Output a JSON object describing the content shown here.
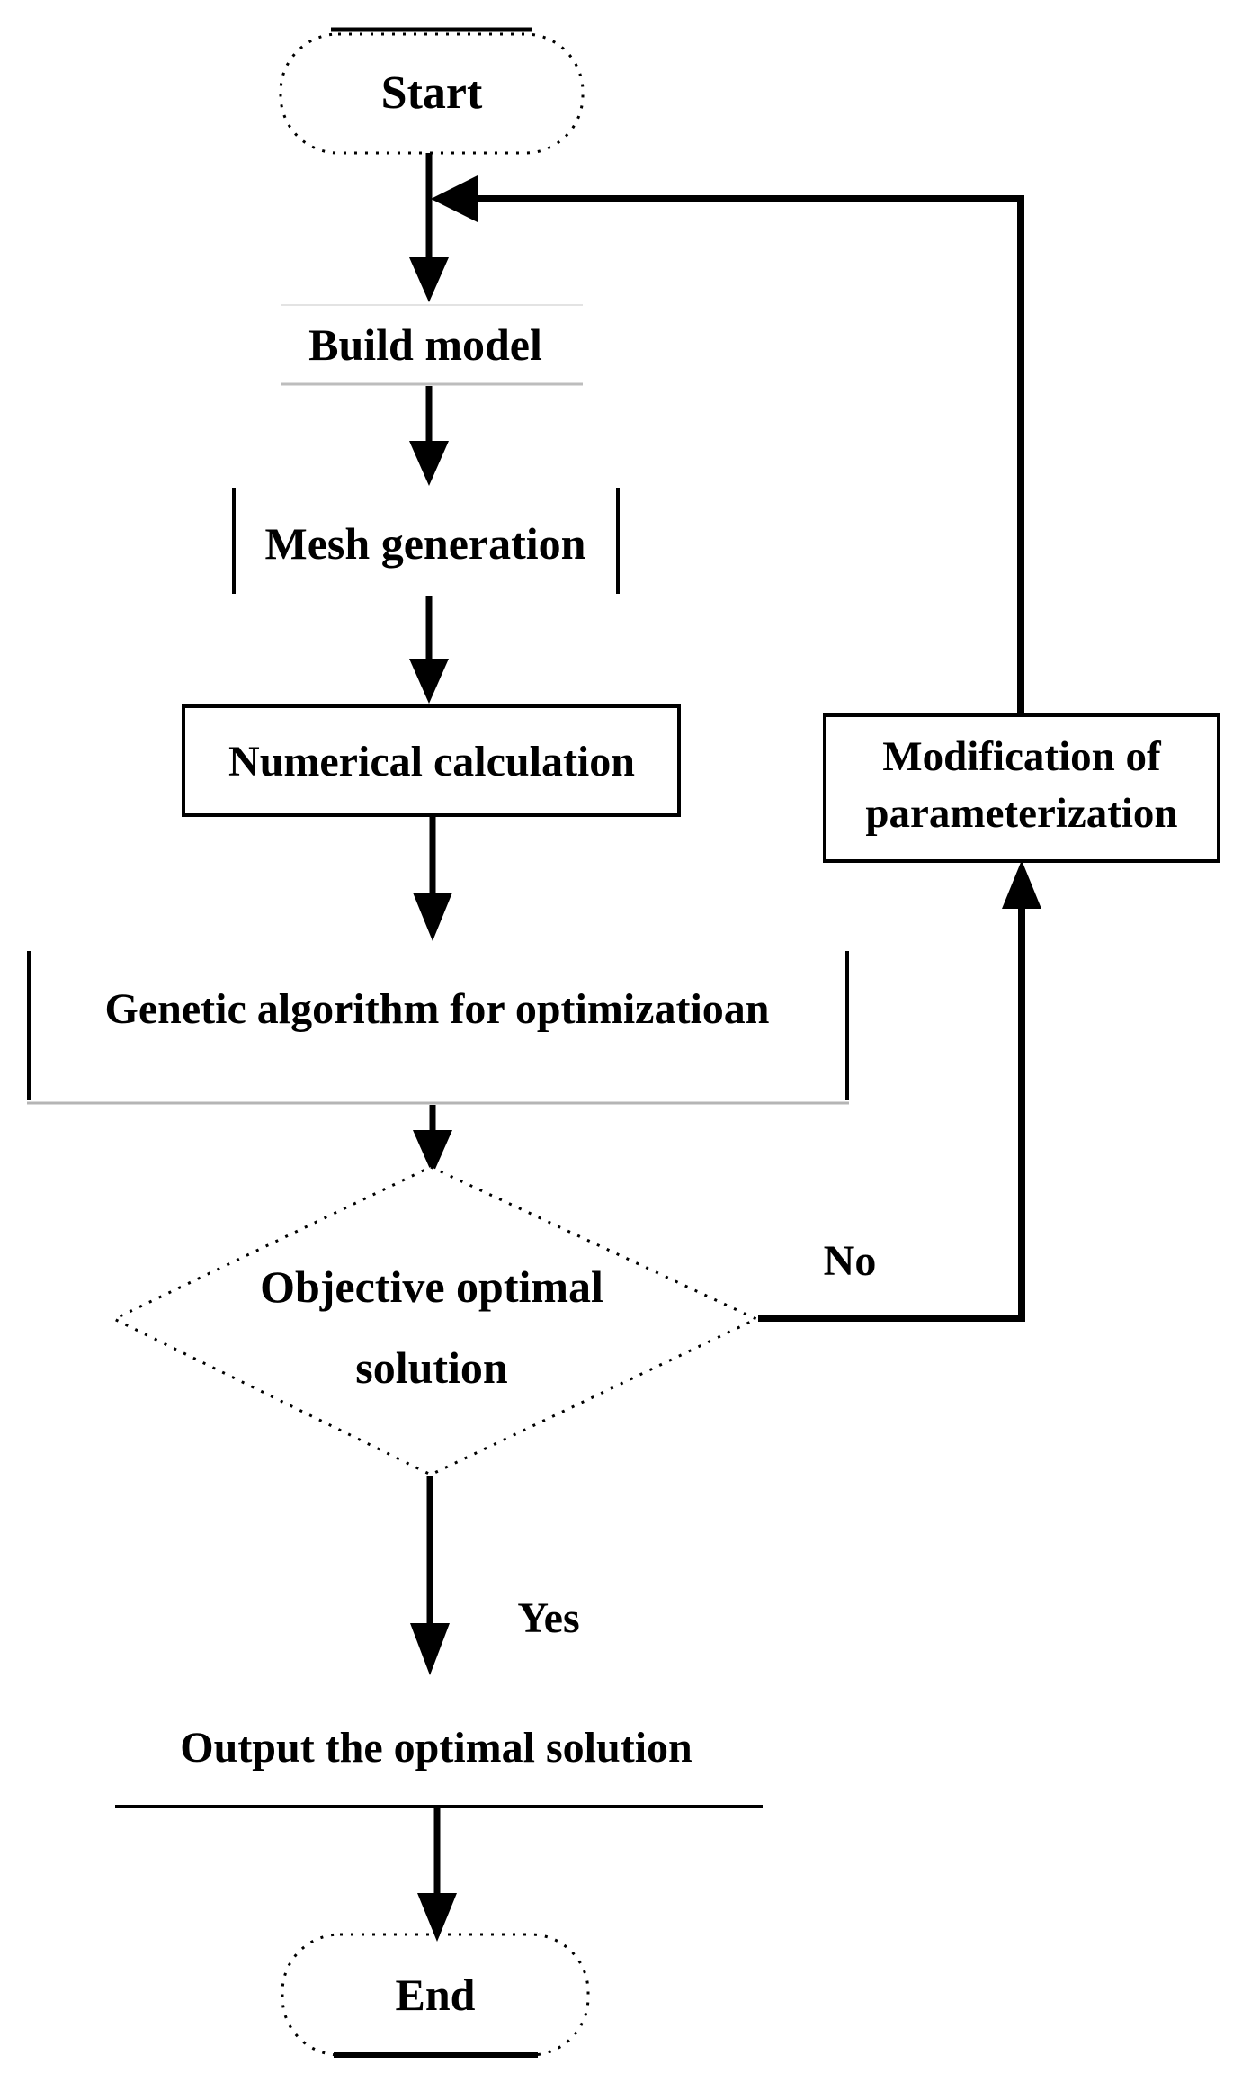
{
  "diagram": {
    "type": "flowchart",
    "nodes": {
      "start": {
        "label": "Start",
        "shape": "dashed-oval-terminator"
      },
      "build_model": {
        "label": "Build model",
        "shape": "underlined-text"
      },
      "mesh_generation": {
        "label": "Mesh generation",
        "shape": "side-bar-box"
      },
      "numerical_calculation": {
        "label": "Numerical calculation",
        "shape": "rectangle"
      },
      "genetic_algorithm": {
        "label": "Genetic algorithm for optimizatioan",
        "shape": "side-bar-box"
      },
      "objective_optimal_solution": {
        "label": "Objective optimal solution",
        "line1": "Objective optimal",
        "line2": "solution",
        "shape": "dotted-diamond"
      },
      "modification_of_parameterization": {
        "label": "Modification of parameterization",
        "line1": "Modification of",
        "line2": "parameterization",
        "shape": "rectangle"
      },
      "output_optimal_solution": {
        "label": "Output the optimal solution",
        "shape": "underlined-text"
      },
      "end": {
        "label": "End",
        "shape": "dashed-oval-terminator"
      }
    },
    "edges": {
      "no_label": "No",
      "yes_label": "Yes"
    },
    "colors": {
      "ink": "#000000",
      "faint_gray": "#bdbdbd",
      "background": "#ffffff"
    }
  }
}
